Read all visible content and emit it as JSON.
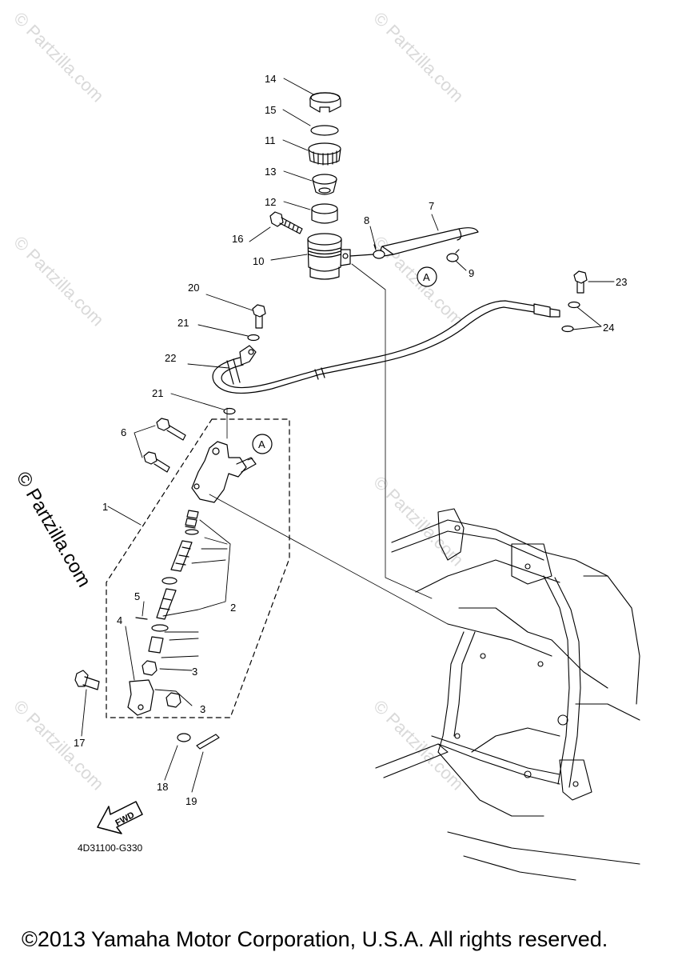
{
  "watermark": "© Partzilla.com",
  "diagram_code": "4D31100-G330",
  "copyright": "©2013 Yamaha Motor Corporation, U.S.A. All rights reserved.",
  "fwd_label": "FWD",
  "ref_marker": "A",
  "part_numbers": {
    "p1": "1",
    "p2": "2",
    "p3a": "3",
    "p3b": "3",
    "p4": "4",
    "p5": "5",
    "p6": "6",
    "p7": "7",
    "p8": "8",
    "p9": "9",
    "p10": "10",
    "p11": "11",
    "p12": "12",
    "p13": "13",
    "p14": "14",
    "p15": "15",
    "p16": "16",
    "p17": "17",
    "p18": "18",
    "p19": "19",
    "p20": "20",
    "p21a": "21",
    "p21b": "21",
    "p22": "22",
    "p23": "23",
    "p24": "24"
  }
}
